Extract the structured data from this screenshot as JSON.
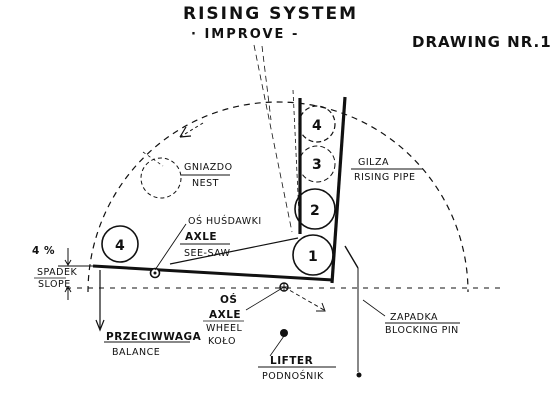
{
  "header": {
    "title": "RISING SYSTEM",
    "subtitle": "· IMPROVE -",
    "drawing_label": "DRAWING NR.1"
  },
  "labels": {
    "nest_pl": "GNIAZDO",
    "nest_en": "NEST",
    "pipe_pl": "GILZA",
    "pipe_en": "RISING PIPE",
    "seesaw_axle_pl": "OŚ HUŚDAWKI",
    "seesaw_axle_en": "AXLE",
    "seesaw_en": "SEE-SAW",
    "slope_value": "4 %",
    "slope_pl": "SPADEK",
    "slope_en": "SLOPE",
    "balance_pl": "PRZECIWWAGA",
    "balance_en": "BALANCE",
    "wheel_axle_pl": "OŚ",
    "wheel_axle_en": "AXLE",
    "wheel_en": "WHEEL",
    "wheel_pl": "KOŁO",
    "lifter_en": "LIFTER",
    "lifter_pl": "PODNOŚNIK",
    "blocking_pl": "ZAPADKA",
    "blocking_en": "BLOCKING PIN"
  },
  "balls": {
    "lever_ball": "4",
    "pipe_ball_1": "1",
    "pipe_ball_2": "2",
    "pipe_ball_3": "3",
    "pipe_ball_4": "4"
  },
  "colors": {
    "ink": "#111111",
    "paper": "#ffffff"
  }
}
